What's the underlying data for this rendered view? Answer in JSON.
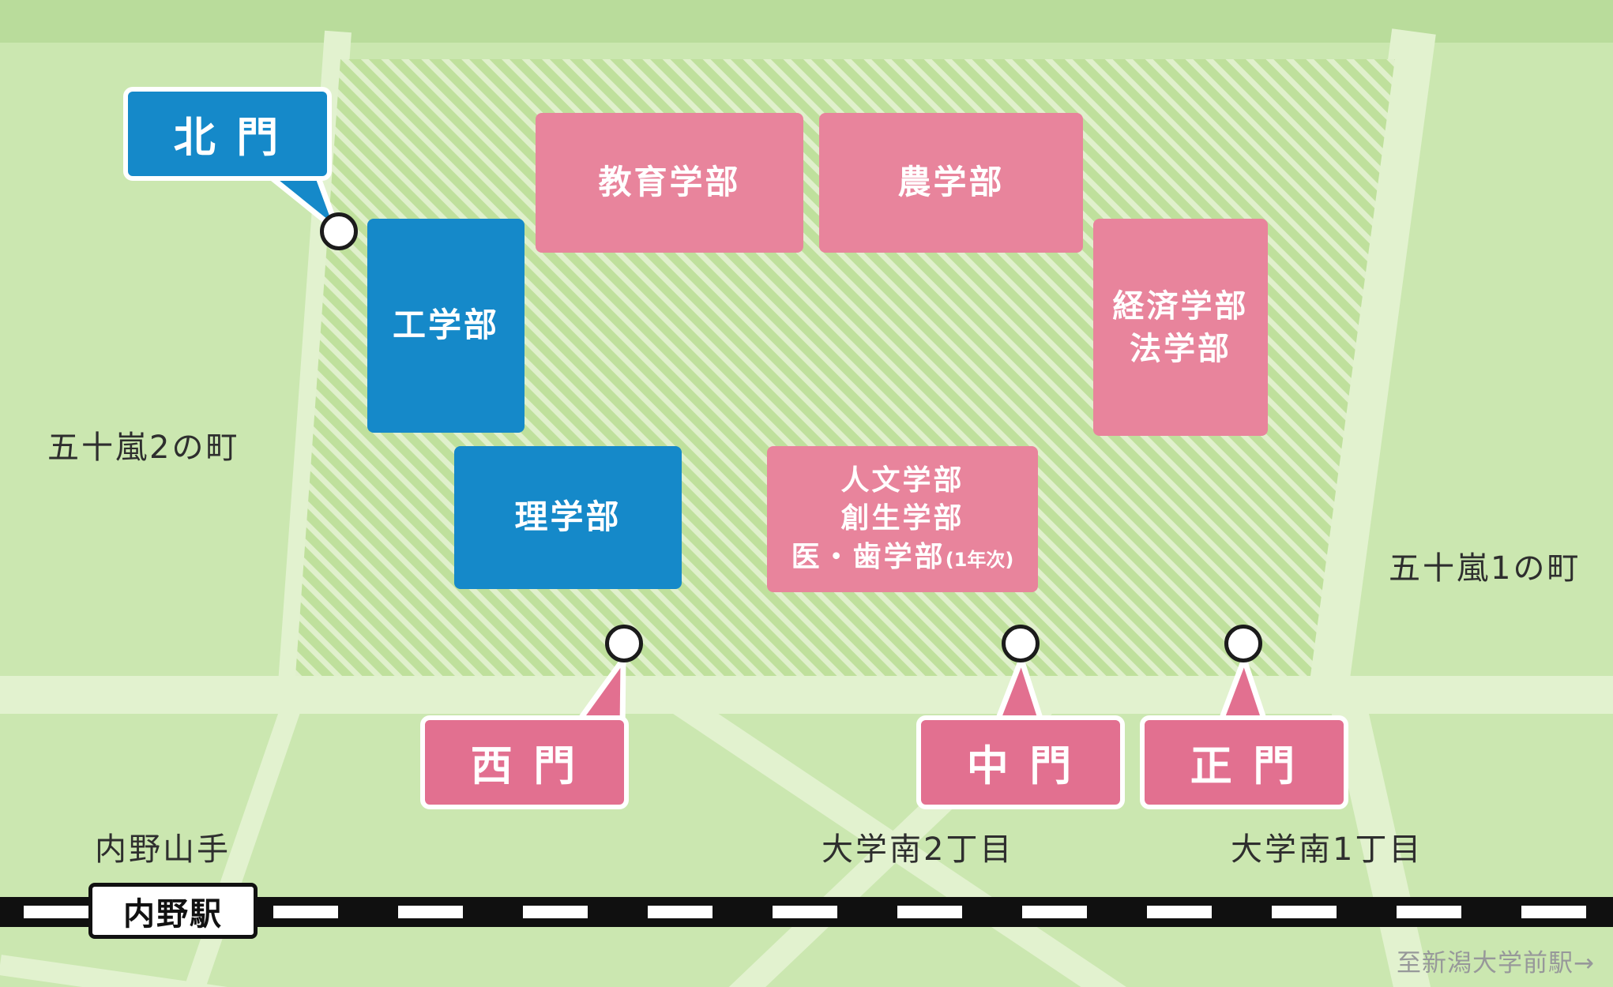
{
  "colors": {
    "background": "#cbe7b0",
    "road": "#e2f2cf",
    "campus_hatch_green": "#bfe09c",
    "campus_hatch_light": "#e0f0cc",
    "blue": "#1589c9",
    "building_pink": "#e8849c",
    "gate_pink": "#e27090"
  },
  "areas": {
    "ikarashi_2": "五十嵐2の町",
    "ikarashi_1": "五十嵐1の町",
    "uchino_yamate": "内野山手",
    "daigaku_minami_2": "大学南2丁目",
    "daigaku_minami_1": "大学南1丁目"
  },
  "buildings": {
    "education": {
      "label": "教育学部"
    },
    "agriculture": {
      "label": "農学部"
    },
    "economics_law": {
      "line1": "経済学部",
      "line2": "法学部"
    },
    "engineering": {
      "label": "工学部"
    },
    "science": {
      "label": "理学部"
    },
    "humanities": {
      "line1": "人文学部",
      "line2": "創生学部",
      "line3": "医・歯学部",
      "line3_note": "(1年次)"
    }
  },
  "gates": {
    "north": {
      "label": "北 門"
    },
    "west": {
      "label": "西 門"
    },
    "middle": {
      "label": "中 門"
    },
    "main": {
      "label": "正 門"
    }
  },
  "railway": {
    "station": "内野駅",
    "direction_note": "至新潟大学前駅→"
  }
}
